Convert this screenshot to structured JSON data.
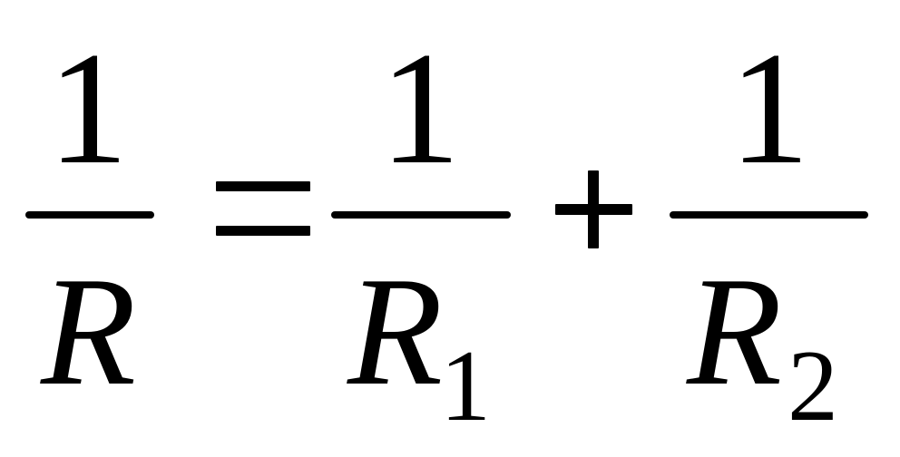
{
  "formula": {
    "lhs": {
      "numerator": "1",
      "denominator": "R"
    },
    "equals": "=",
    "term1": {
      "numerator": "1",
      "denominator": "R",
      "subscript": "1"
    },
    "plus": "+",
    "term2": {
      "numerator": "1",
      "denominator": "R",
      "subscript": "2"
    }
  }
}
